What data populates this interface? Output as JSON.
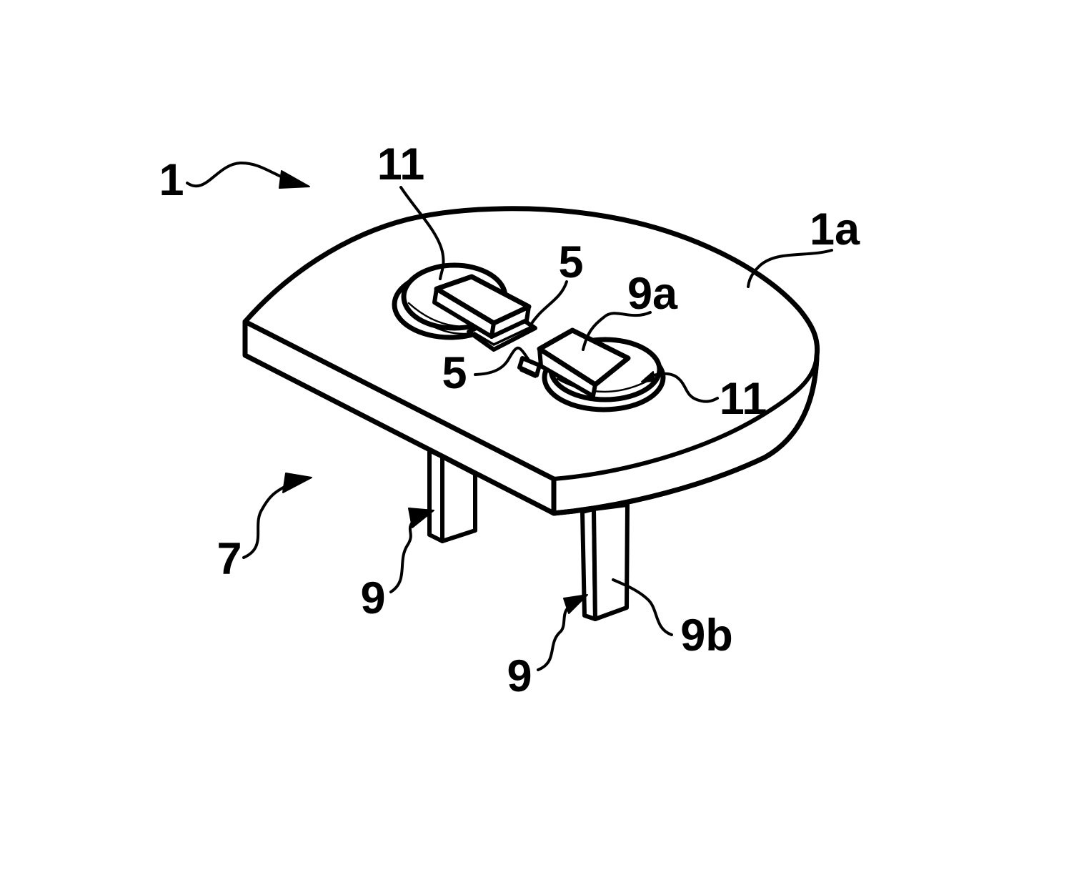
{
  "figure": {
    "ink_color": "#000000",
    "background_color": "#ffffff",
    "labels": {
      "ref_1": "1",
      "ref_1a": "1a",
      "ref_5_upper": "5",
      "ref_5_lower": "5",
      "ref_7": "7",
      "ref_9_left": "9",
      "ref_9_lower": "9",
      "ref_9a": "9a",
      "ref_9b": "9b",
      "ref_11_upper": "11",
      "ref_11_right": "11"
    }
  }
}
